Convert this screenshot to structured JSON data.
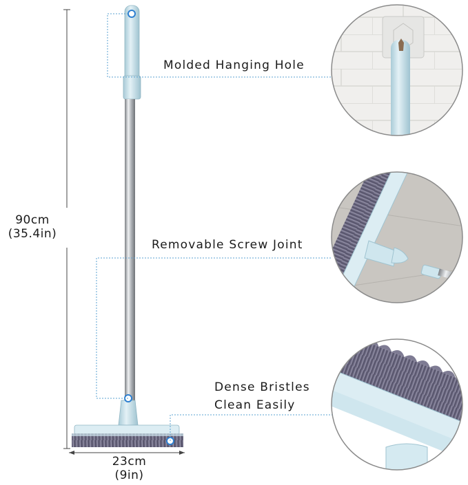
{
  "dimensions": {
    "height_metric": "90cm",
    "height_imperial": "(35.4in)",
    "width_metric": "23cm",
    "width_imperial": "(9in)"
  },
  "features": [
    {
      "label": "Molded Hanging Hole"
    },
    {
      "label": "Removable Screw Joint"
    },
    {
      "label_line1": "Dense Bristles",
      "label_line2": "Clean Easily"
    }
  ],
  "colors": {
    "handle": "#cfe6ee",
    "handle_shadow": "#9fc3d0",
    "pole": "#b8bcc0",
    "bristles": "#6b6880",
    "leader_line": "#5aa0d0",
    "marker": "#2e7fd0"
  }
}
